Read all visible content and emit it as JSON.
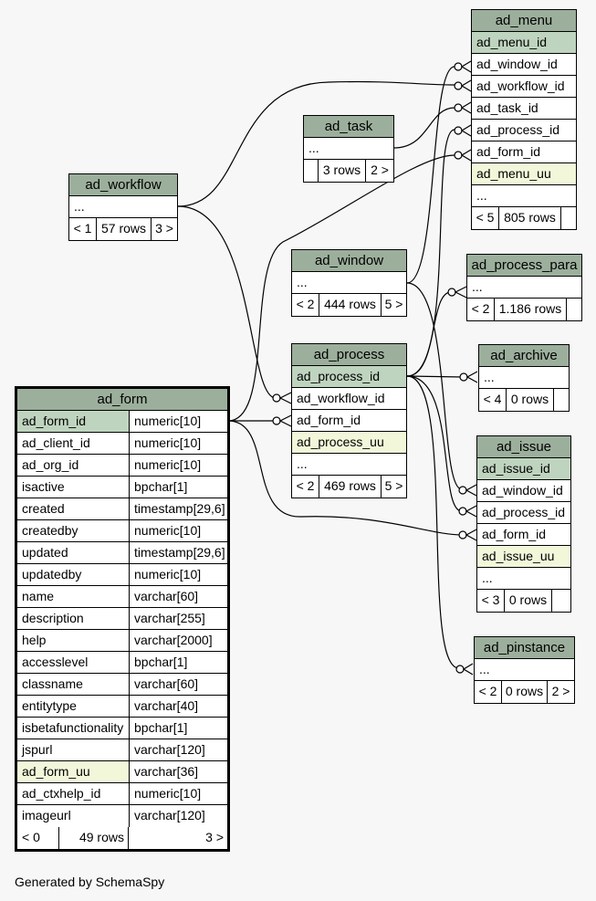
{
  "footer": "Generated by SchemaSpy",
  "colors": {
    "header": "#9caf9c",
    "primary_key": "#bfd4bf",
    "unique_key": "#f2f7da",
    "background": "#f7f7f7"
  },
  "ad_menu": {
    "name": "ad_menu",
    "columns": [
      "ad_menu_id",
      "ad_window_id",
      "ad_workflow_id",
      "ad_task_id",
      "ad_process_id",
      "ad_form_id",
      "ad_menu_uu",
      "..."
    ],
    "footer": [
      "< 5",
      "805 rows",
      ""
    ]
  },
  "ad_task": {
    "name": "ad_task",
    "columns": [
      "..."
    ],
    "footer": [
      "",
      "3 rows",
      "2 >"
    ]
  },
  "ad_workflow": {
    "name": "ad_workflow",
    "columns": [
      "..."
    ],
    "footer": [
      "< 1",
      "57 rows",
      "3 >"
    ]
  },
  "ad_window": {
    "name": "ad_window",
    "columns": [
      "..."
    ],
    "footer": [
      "< 2",
      "444 rows",
      "5 >"
    ]
  },
  "ad_process_para": {
    "name": "ad_process_para",
    "columns": [
      "..."
    ],
    "footer": [
      "< 2",
      "1.186 rows",
      ""
    ]
  },
  "ad_process": {
    "name": "ad_process",
    "columns": [
      "ad_process_id",
      "ad_workflow_id",
      "ad_form_id",
      "ad_process_uu",
      "..."
    ],
    "footer": [
      "< 2",
      "469 rows",
      "5 >"
    ]
  },
  "ad_archive": {
    "name": "ad_archive",
    "columns": [
      "..."
    ],
    "footer": [
      "< 4",
      "0 rows",
      ""
    ]
  },
  "ad_issue": {
    "name": "ad_issue",
    "columns": [
      "ad_issue_id",
      "ad_window_id",
      "ad_process_id",
      "ad_form_id",
      "ad_issue_uu",
      "..."
    ],
    "footer": [
      "< 3",
      "0 rows",
      ""
    ]
  },
  "ad_pinstance": {
    "name": "ad_pinstance",
    "columns": [
      "..."
    ],
    "footer": [
      "< 2",
      "0 rows",
      "2 >"
    ]
  },
  "ad_form": {
    "name": "ad_form",
    "columns": [
      {
        "name": "ad_form_id",
        "type": "numeric[10]"
      },
      {
        "name": "ad_client_id",
        "type": "numeric[10]"
      },
      {
        "name": "ad_org_id",
        "type": "numeric[10]"
      },
      {
        "name": "isactive",
        "type": "bpchar[1]"
      },
      {
        "name": "created",
        "type": "timestamp[29,6]"
      },
      {
        "name": "createdby",
        "type": "numeric[10]"
      },
      {
        "name": "updated",
        "type": "timestamp[29,6]"
      },
      {
        "name": "updatedby",
        "type": "numeric[10]"
      },
      {
        "name": "name",
        "type": "varchar[60]"
      },
      {
        "name": "description",
        "type": "varchar[255]"
      },
      {
        "name": "help",
        "type": "varchar[2000]"
      },
      {
        "name": "accesslevel",
        "type": "bpchar[1]"
      },
      {
        "name": "classname",
        "type": "varchar[60]"
      },
      {
        "name": "entitytype",
        "type": "varchar[40]"
      },
      {
        "name": "isbetafunctionality",
        "type": "bpchar[1]"
      },
      {
        "name": "jspurl",
        "type": "varchar[120]"
      },
      {
        "name": "ad_form_uu",
        "type": "varchar[36]"
      },
      {
        "name": "ad_ctxhelp_id",
        "type": "numeric[10]"
      },
      {
        "name": "imageurl",
        "type": "varchar[120]"
      }
    ],
    "footer": [
      "< 0",
      "49 rows",
      "3 >"
    ]
  }
}
